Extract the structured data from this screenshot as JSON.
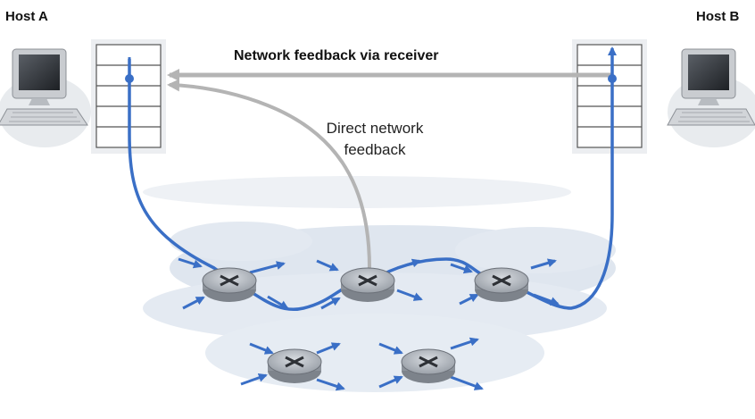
{
  "hosts": {
    "a": {
      "label": "Host A"
    },
    "b": {
      "label": "Host B"
    }
  },
  "feedback": {
    "via_receiver": "Network feedback via receiver",
    "direct_line1": "Direct network",
    "direct_line2": "feedback"
  },
  "colors": {
    "data_path": "#3a6fc6",
    "feedback_path": "#b4b4b4",
    "router_body": "#b9bec4",
    "cloud": "#dfe6ef",
    "monitor": "#c9ccd0"
  },
  "icons": {
    "host": "desktop-computer-icon",
    "router": "router-icon",
    "buffer": "queue-buffer-icon"
  }
}
